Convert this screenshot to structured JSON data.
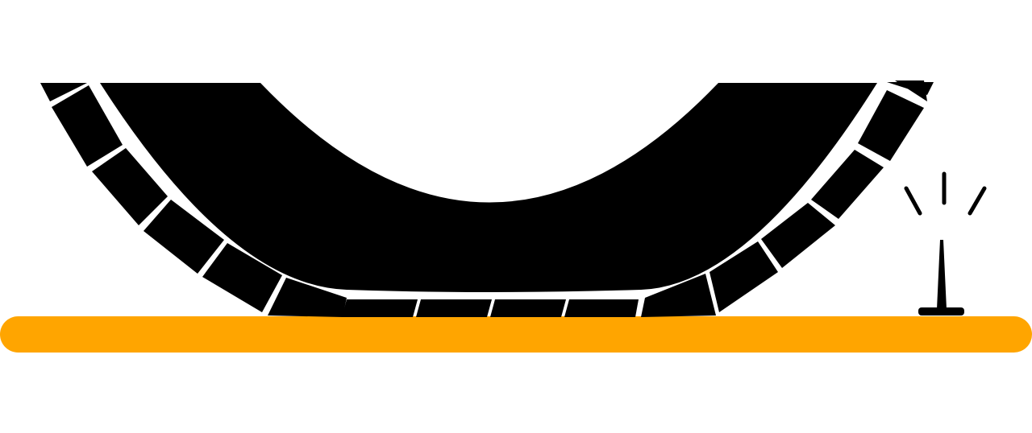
{
  "illustration": {
    "subject": "tire-on-road-with-nail",
    "colors": {
      "background": "#ffffff",
      "tire": "#000000",
      "road": "#ffa500",
      "nail": "#000000"
    },
    "tread_block_count": 17,
    "impact_mark_count": 3
  }
}
